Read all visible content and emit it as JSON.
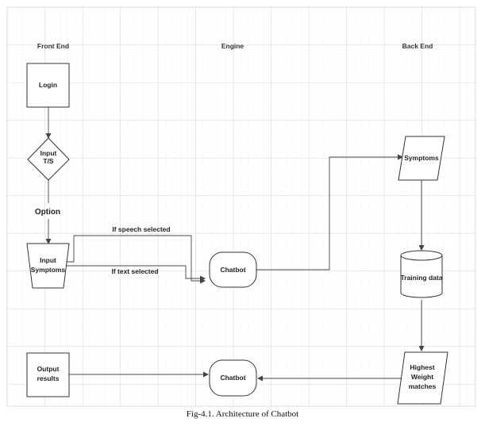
{
  "columns": {
    "front_end": "Front End",
    "engine": "Engine",
    "back_end": "Back End"
  },
  "nodes": {
    "login": "Login",
    "input_ts": [
      "Input",
      "T/S"
    ],
    "option": "Option",
    "input_symptoms": [
      "Input",
      "Symptoms"
    ],
    "chatbot_top": "Chatbot",
    "symptoms": "Symptoms",
    "training_data": "Training data",
    "highest_weight": [
      "Highest",
      "Weight",
      "matches"
    ],
    "chatbot_bottom": "Chatbot",
    "output_results": [
      "Output",
      "results"
    ]
  },
  "edges": {
    "speech": "If speech selected",
    "text": "If text selected"
  },
  "caption": "Fig-4.1. Architecture of Chatbot",
  "colors": {
    "grid_minor": "#e9e9e9",
    "grid_major": "#d2d2d2",
    "stroke": "#333333"
  }
}
